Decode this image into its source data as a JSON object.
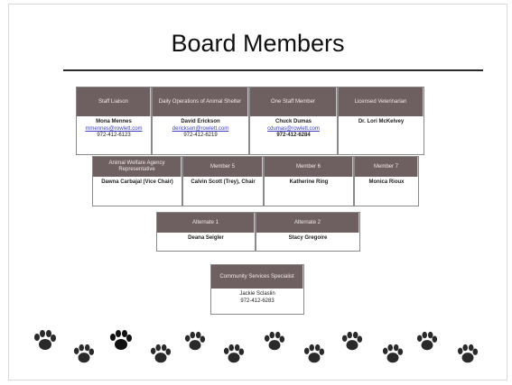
{
  "title": "Board Members",
  "row1": [
    {
      "header": "Staff Liaison",
      "name": "Mona Mennes",
      "email": "mmennes@rowlett.com",
      "phone": "972-412-6123"
    },
    {
      "header": "Daily Operations of Animal Shelter",
      "name": "David Erickson",
      "email": "derickson@rowlett.com",
      "phone": "972-412-6219"
    },
    {
      "header": "One Staff Member",
      "name": "Chuck Dumas",
      "email": "cdumas@rowlett.com",
      "phone": "972-412-6284"
    },
    {
      "header": "Licensed Veterinarian",
      "name": "Dr. Lori McKelvey",
      "email": "",
      "phone": ""
    }
  ],
  "row2": [
    {
      "header": "Animal Welfare Agency Representative",
      "name": "Dawna Carbajal (Vice Chair)"
    },
    {
      "header": "Member 5",
      "name": "Calvin Scott (Trey), Chair"
    },
    {
      "header": "Member 6",
      "name": "Katherine Ring"
    },
    {
      "header": "Member 7",
      "name": "Monica Rioux"
    }
  ],
  "row3": [
    {
      "header": "Alternate 1",
      "name": "Deana Seigler"
    },
    {
      "header": "Alternate 2",
      "name": "Stacy Gregoire"
    }
  ],
  "row4": {
    "header": "Community Services Specialist",
    "name": "Jackie Sclaslin",
    "phone": "972-412-6283"
  },
  "colors": {
    "header_bg": "#6e5f61",
    "rule": "#2b2b2b",
    "email": "#3b3bbd"
  },
  "icons": [
    "paw-print-icon"
  ]
}
